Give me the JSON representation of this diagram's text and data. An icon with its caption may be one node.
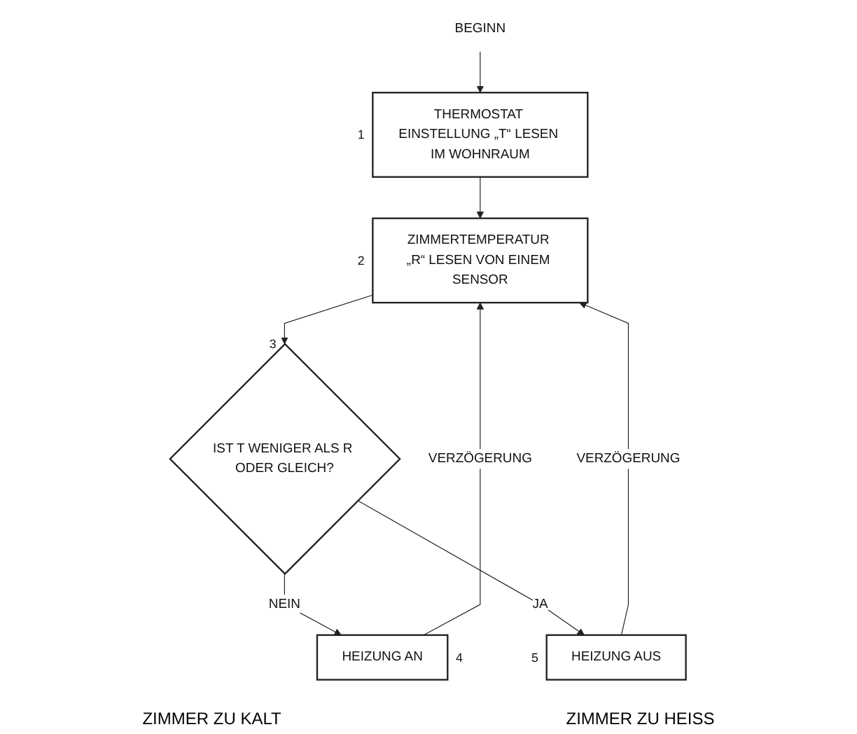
{
  "diagram": {
    "nodes": [
      {
        "text": [
          "BEGINN"
        ]
      },
      {
        "text": [
          "THERMOSTAT EINSTELLUNG „T“ LESEN IM WOHNRAUM"
        ],
        "beside": [
          "1"
        ]
      },
      {
        "text": [
          "ZIMMERTEMPERATUR „R“ LESEN VON EINEM SENSOR"
        ],
        "beside": [
          "2"
        ]
      },
      {
        "text": [
          "IST T WENIGER ALS R ODER GLEICH?"
        ],
        "beside": [
          "3"
        ]
      },
      {
        "text": [
          "HEIZUNG AN"
        ],
        "beside": [
          "4"
        ]
      },
      {
        "text": [
          "HEIZUNG AUS"
        ],
        "beside": [
          "5"
        ]
      }
    ],
    "edges": [
      {
        "from": 0,
        "to": 1,
        "arrow": "to"
      },
      {
        "from": 1,
        "to": 2,
        "arrow": "to"
      },
      {
        "from": 2,
        "to": 3,
        "arrow": "to"
      },
      {
        "from": 3,
        "to": 4,
        "arrow": "to",
        "label": "NEIN"
      },
      {
        "from": 3,
        "to": 5,
        "arrow": "to",
        "label": "JA"
      },
      {
        "from": 4,
        "to": 2,
        "arrow": "to",
        "label": "VERZÖGERUNG"
      },
      {
        "from": 5,
        "to": 2,
        "arrow": "to",
        "label": "VERZÖGERUNG"
      }
    ],
    "labels": [
      "ZIMMER ZU KALT",
      "ZIMMER ZU HEISS"
    ]
  }
}
